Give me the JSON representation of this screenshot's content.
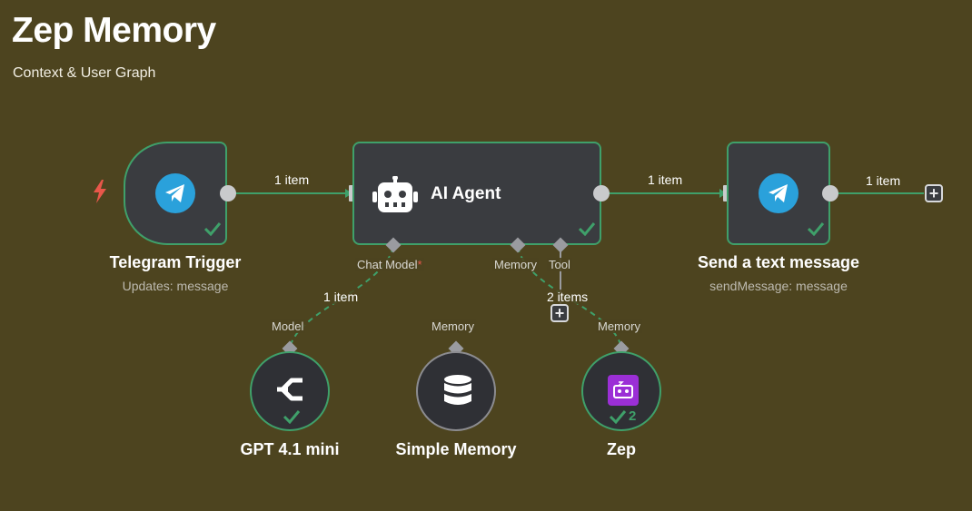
{
  "header": {
    "title": "Zep Memory",
    "subtitle": "Context & User Graph"
  },
  "nodes": {
    "telegram_trigger": {
      "title": "Telegram Trigger",
      "subtitle": "Updates: message",
      "icon": "telegram-icon"
    },
    "ai_agent": {
      "title": "AI Agent",
      "icon": "robot-icon"
    },
    "send_message": {
      "title": "Send a text message",
      "subtitle": "sendMessage: message",
      "icon": "telegram-icon"
    },
    "gpt": {
      "title": "GPT 4.1 mini",
      "icon": "openai-icon"
    },
    "simple_memory": {
      "title": "Simple Memory",
      "icon": "database-icon"
    },
    "zep": {
      "title": "Zep",
      "icon": "zep-icon",
      "run_count": "2"
    }
  },
  "edges": {
    "trigger_to_agent": "1 item",
    "agent_to_send": "1 item",
    "send_output": "1 item",
    "model_link": "1 item",
    "zep_link": "2 items"
  },
  "slots": {
    "chat_model": "Chat Model",
    "required_marker": "*",
    "memory": "Memory",
    "tool": "Tool",
    "model_in": "Model",
    "memory_in_simple": "Memory",
    "memory_in_zep": "Memory"
  },
  "colors": {
    "background": "#4d441f",
    "node_fill": "#3a3c40",
    "success": "#3fa06a",
    "telegram": "#2aa1db",
    "trigger_bolt": "#e8574a",
    "zep": "#9b2fd6"
  }
}
